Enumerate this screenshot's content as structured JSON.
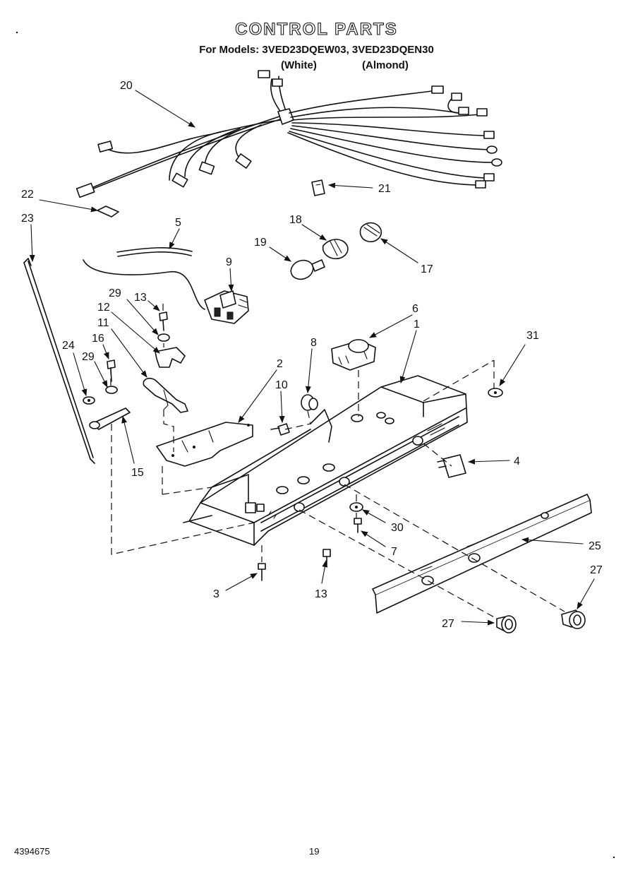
{
  "header": {
    "title": "CONTROL PARTS",
    "models_line": "For Models: 3VED23DQEW03, 3VED23DQEN30",
    "variant_white": "(White)",
    "variant_almond": "(Almond)"
  },
  "footer": {
    "doc_number": "4394675",
    "page_number": "19"
  },
  "callouts": {
    "c20": "20",
    "c21": "21",
    "c22": "22",
    "c23": "23",
    "c5": "5",
    "c9": "9",
    "c18": "18",
    "c19": "19",
    "c17": "17",
    "c29a": "29",
    "c13a": "13",
    "c12": "12",
    "c11": "11",
    "c16": "16",
    "c24": "24",
    "c29b": "29",
    "c15": "15",
    "c2": "2",
    "c10": "10",
    "c8": "8",
    "c6": "6",
    "c1": "1",
    "c31": "31",
    "c4": "4",
    "c30": "30",
    "c7": "7",
    "c25": "25",
    "c3": "3",
    "c13b": "13",
    "c27a": "27",
    "c27b": "27"
  }
}
